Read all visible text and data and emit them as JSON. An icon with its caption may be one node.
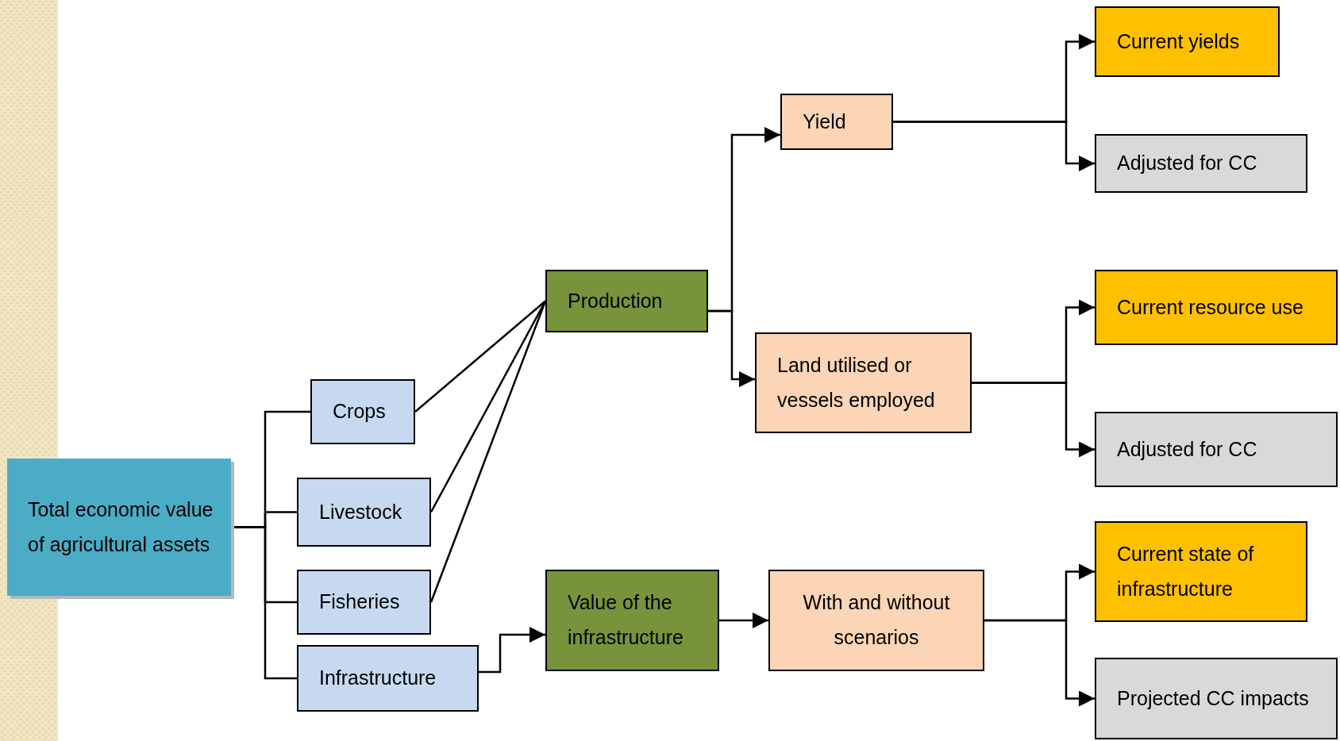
{
  "diagram": {
    "nodes": [
      {
        "text": [
          "Total economic value of agricultural assets"
        ]
      },
      {
        "text": [
          "Crops"
        ]
      },
      {
        "text": [
          "Livestock"
        ]
      },
      {
        "text": [
          "Fisheries"
        ]
      },
      {
        "text": [
          "Infrastructure"
        ]
      },
      {
        "text": [
          "Production"
        ]
      },
      {
        "text": [
          "Value of the infrastructure"
        ]
      },
      {
        "text": [
          "Yield"
        ]
      },
      {
        "text": [
          "Land utilised or vessels employed"
        ]
      },
      {
        "text": [
          "With and without scenarios"
        ]
      },
      {
        "text": [
          "Current yields"
        ]
      },
      {
        "text": [
          "Adjusted for CC"
        ]
      },
      {
        "text": [
          "Current resource use"
        ]
      },
      {
        "text": [
          "Adjusted for CC"
        ]
      },
      {
        "text": [
          "Current state of infrastructure"
        ]
      },
      {
        "text": [
          "Projected CC impacts"
        ]
      }
    ],
    "edges": [
      {
        "from": 0,
        "to": 1,
        "arrow": "none"
      },
      {
        "from": 0,
        "to": 2,
        "arrow": "none"
      },
      {
        "from": 0,
        "to": 3,
        "arrow": "none"
      },
      {
        "from": 0,
        "to": 4,
        "arrow": "none"
      },
      {
        "from": 1,
        "to": 5,
        "arrow": "none"
      },
      {
        "from": 2,
        "to": 5,
        "arrow": "none"
      },
      {
        "from": 3,
        "to": 5,
        "arrow": "none"
      },
      {
        "from": 4,
        "to": 6,
        "arrow": "to"
      },
      {
        "from": 5,
        "to": 7,
        "arrow": "to"
      },
      {
        "from": 5,
        "to": 8,
        "arrow": "to"
      },
      {
        "from": 6,
        "to": 9,
        "arrow": "to"
      },
      {
        "from": 7,
        "to": 10,
        "arrow": "to"
      },
      {
        "from": 7,
        "to": 11,
        "arrow": "to"
      },
      {
        "from": 8,
        "to": 12,
        "arrow": "to"
      },
      {
        "from": 8,
        "to": 13,
        "arrow": "to"
      },
      {
        "from": 9,
        "to": 14,
        "arrow": "to"
      },
      {
        "from": 9,
        "to": 15,
        "arrow": "to"
      }
    ]
  }
}
